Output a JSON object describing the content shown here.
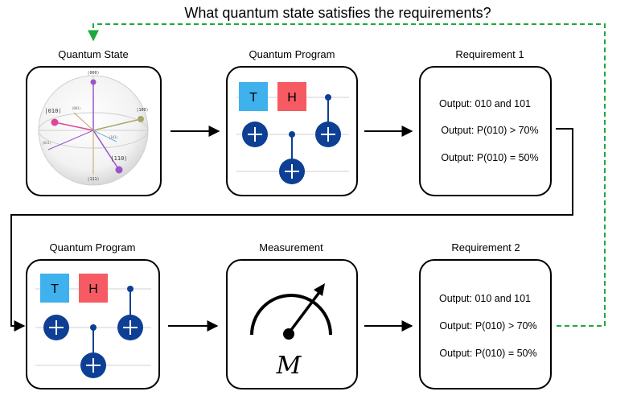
{
  "question": "What quantum state satisfies the requirements?",
  "panels": {
    "quantum_state": {
      "title": "Quantum State",
      "state_labels": [
        "|000⟩",
        "|010⟩",
        "|001⟩",
        "|100⟩",
        "|011⟩",
        "|101⟩",
        "|110⟩",
        "|111⟩"
      ]
    },
    "quantum_program_top": {
      "title": "Quantum Program",
      "gate_t": "T",
      "gate_h": "H"
    },
    "requirement_1": {
      "title": "Requirement 1",
      "lines": [
        "Output: 010 and 101",
        "Output: P(010) > 70%",
        "Output: P(010) = 50%"
      ]
    },
    "quantum_program_bottom": {
      "title": "Quantum Program",
      "gate_t": "T",
      "gate_h": "H"
    },
    "measurement": {
      "title": "Measurement",
      "symbol": "M"
    },
    "requirement_2": {
      "title": "Requirement 2",
      "lines": [
        "Output: 010 and 101",
        "Output: P(010) > 70%",
        "Output: P(010) = 50%"
      ]
    }
  },
  "colors": {
    "gate_t": "#3fb1ec",
    "gate_h": "#f65a63",
    "cnot": "#0d3f95",
    "feedback": "#1ea83e",
    "sphere_pink": "#e0449a",
    "sphere_purple": "#9a55c9",
    "sphere_olive": "#a8a86a"
  }
}
